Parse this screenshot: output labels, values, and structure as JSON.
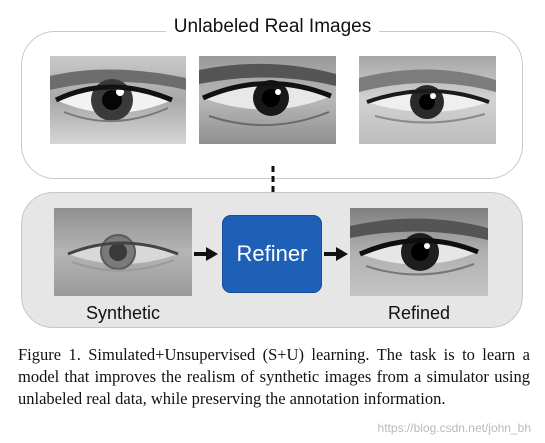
{
  "top": {
    "title": "Unlabeled Real Images"
  },
  "bottom": {
    "synthetic_label": "Synthetic",
    "refiner_label": "Refiner",
    "refined_label": "Refined"
  },
  "caption": "Figure 1. Simulated+Unsupervised (S+U) learning. The task is to learn a model that improves the realism of synthetic images from a simulator using unlabeled real data, while preserving the annotation information.",
  "watermark": "https://blog.csdn.net/john_bh",
  "colors": {
    "refiner_fill": "#1e5fb7",
    "bottom_panel": "#e6e6e6",
    "border": "#c8c8c8"
  }
}
